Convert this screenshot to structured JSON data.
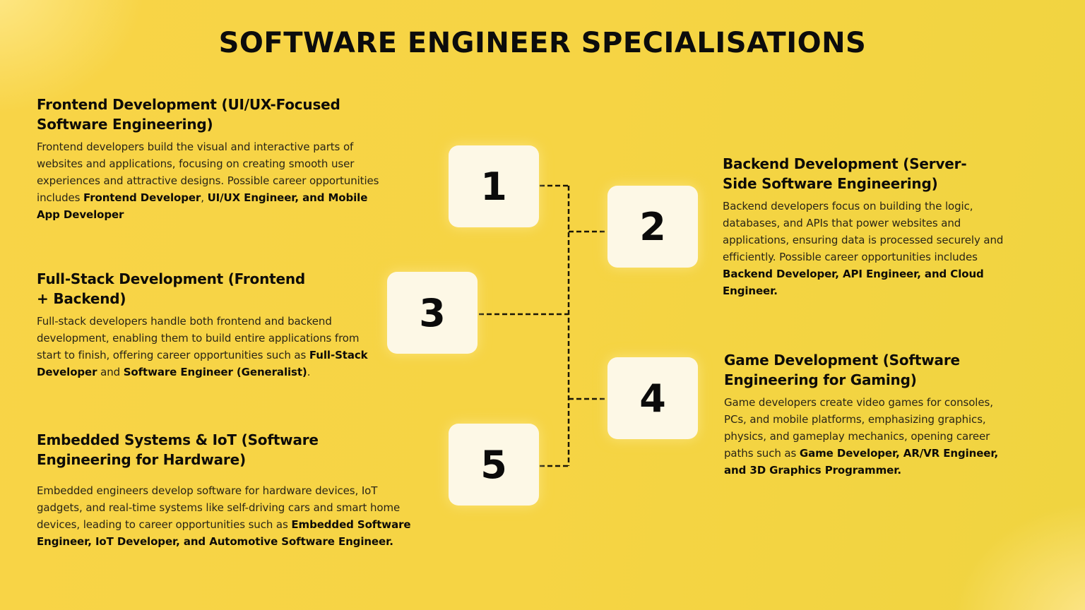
{
  "title": "SOFTWARE ENGINEER SPECIALISATIONS",
  "colors": {
    "background": "#f6d444",
    "box_fill": "#fdf8e6",
    "text": "#0e0c08",
    "connector": "#1a1608"
  },
  "items": [
    {
      "number": "1",
      "heading": "Frontend Development (UI/UX-Focused Software Engineering)",
      "body_plain": "Frontend developers build the visual and interactive parts of websites and applications, focusing on creating smooth user experiences and attractive designs. Possible career opportunities includes ",
      "roles_bold_1": "Frontend Developer",
      "sep_1": ", ",
      "roles_bold_2": "UI/UX Engineer, and Mobile App Developer"
    },
    {
      "number": "2",
      "heading": "Backend Development (Server-Side Software Engineering)",
      "body_plain": "Backend developers focus on building the logic, databases, and APIs that power websites and applications, ensuring data is processed securely and efficiently. Possible career opportunities includes ",
      "roles_bold": "Backend Developer, API Engineer, and Cloud Engineer."
    },
    {
      "number": "3",
      "heading": "Full-Stack Development (Frontend + Backend)",
      "body_plain": "Full-stack developers handle both frontend and backend development, enabling them to build entire applications from start to finish, offering career opportunities such as ",
      "roles_bold_1": "Full-Stack Developer",
      "sep_1": " and ",
      "roles_bold_2": "Software Engineer (Generalist)",
      "tail": "."
    },
    {
      "number": "4",
      "heading": "Game Development (Software Engineering for Gaming)",
      "body_plain": "Game developers create video games for consoles, PCs, and mobile platforms, emphasizing graphics, physics, and gameplay mechanics, opening career paths such as ",
      "roles_bold": "Game Developer, AR/VR Engineer, and 3D Graphics Programmer."
    },
    {
      "number": "5",
      "heading": "Embedded Systems & IoT (Software Engineering for Hardware)",
      "body_plain": "Embedded engineers develop software for hardware devices, IoT gadgets, and real-time systems like self-driving cars and smart home devices, leading to career opportunities such as ",
      "roles_bold": "Embedded Software Engineer, IoT Developer, and Automotive Software Engineer."
    }
  ]
}
